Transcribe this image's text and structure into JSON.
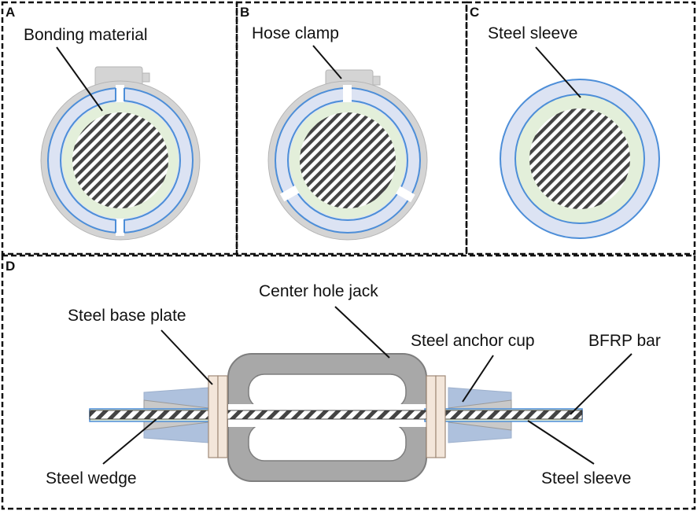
{
  "colors": {
    "clamp_gray": "#d4d4d4",
    "clamp_edge": "#b5b5b5",
    "jack_gray": "#a8a8a8",
    "jack_edge": "#7e7e7e",
    "sleeve_fill": "#dce3f3",
    "sleeve_line": "#4d8ed8",
    "bonding_fill": "#e3efda",
    "bar_hatch": "#444444",
    "cup_fill": "#aec1dd",
    "wedge_fill": "#c9c9c9",
    "plate_fill": "#f3e6da",
    "plate_edge": "#a08a78"
  },
  "panels": {
    "a": {
      "letter": "A",
      "label": "Bonding material"
    },
    "b": {
      "letter": "B",
      "label": "Hose clamp"
    },
    "c": {
      "letter": "C",
      "label": "Steel sleeve"
    },
    "d": {
      "letter": "D",
      "labels": {
        "jack": "Center hole jack",
        "base_plate": "Steel base plate",
        "anchor_cup": "Steel anchor cup",
        "bar": "BFRP bar",
        "wedge": "Steel wedge",
        "sleeve": "Steel sleeve"
      }
    }
  }
}
